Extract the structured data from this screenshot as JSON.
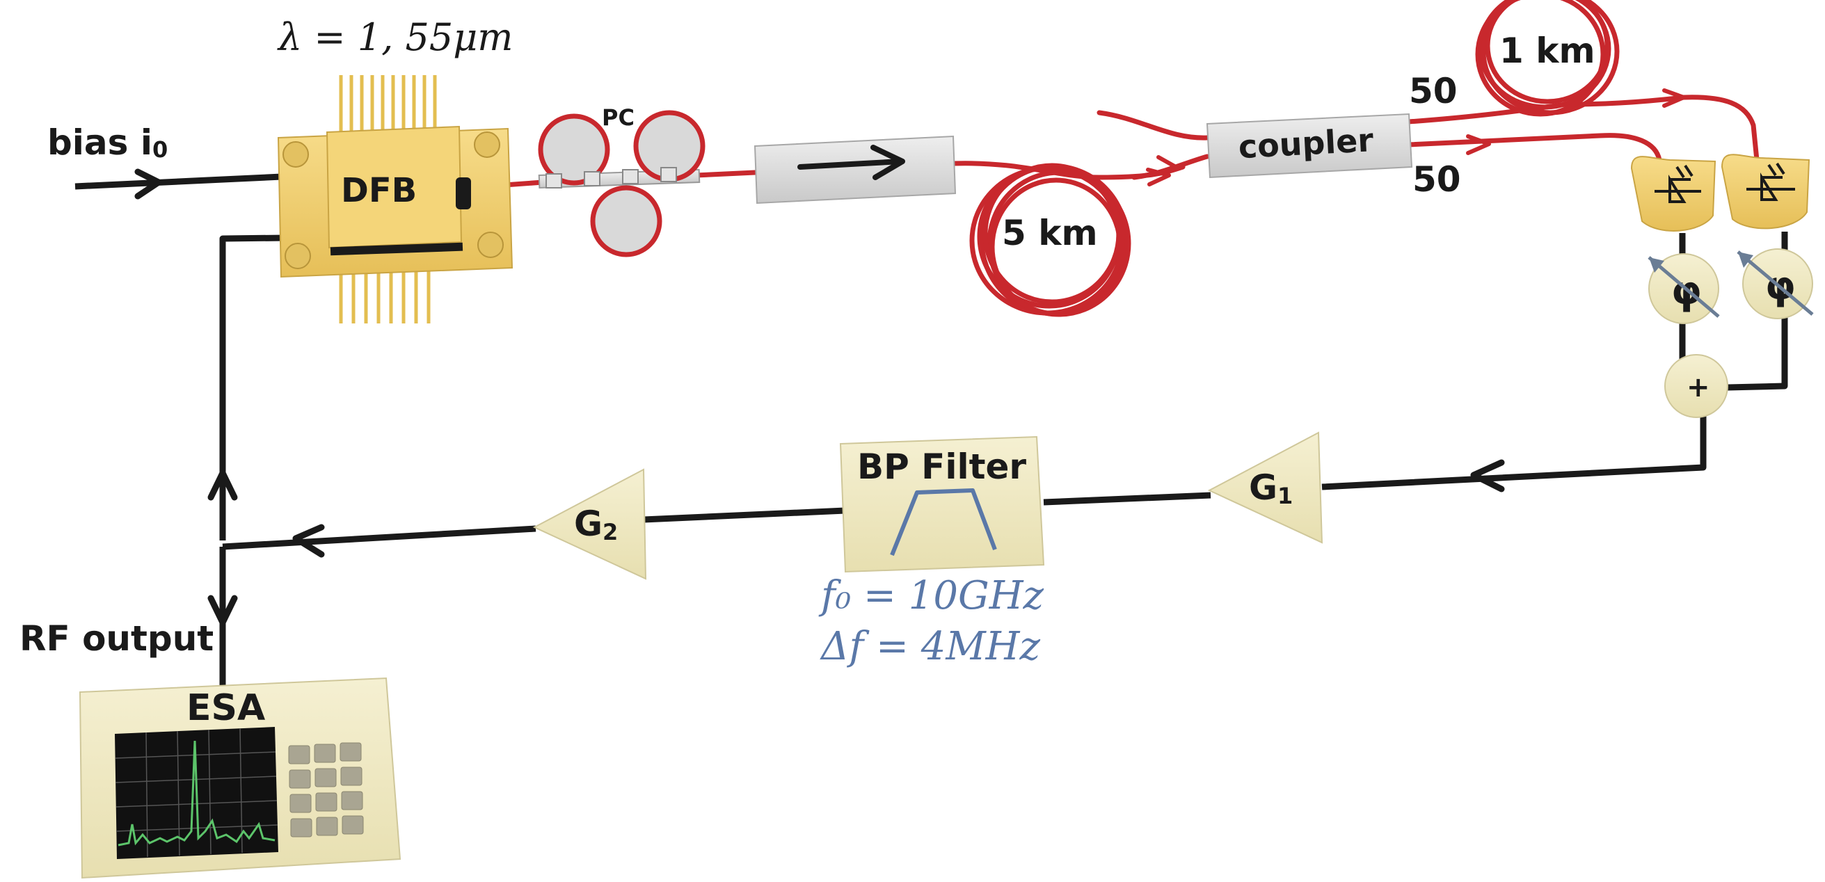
{
  "labels": {
    "wavelength": "λ = 1, 55μm",
    "bias": "bias i",
    "bias_sub": "0",
    "dfb": "DFB",
    "pc": "PC",
    "fiber_5km": "5  km",
    "fiber_1km": "1 km",
    "coupler": "coupler",
    "split_top": "50",
    "split_bottom": "50",
    "phase": "φ",
    "sum": "+",
    "g1": "G",
    "g1_sub": "1",
    "g2": "G",
    "g2_sub": "2",
    "bp_filter": "BP Filter",
    "f0": "f₀ = 10GHz",
    "df": "Δf = 4MHz",
    "rf_output": "RF output",
    "esa": "ESA"
  },
  "colors": {
    "fiber": "#c8282d",
    "wire": "#1a1a1a",
    "gold": "#f0cf6e",
    "cream": "#f1ebc6",
    "filter_text": "#5a78a8",
    "grey": "#d6d6d6",
    "screen": "#111111",
    "spectrum": "#5cc46a"
  },
  "icons": {
    "isolator": "arrow-right-icon",
    "photodiode": "photodiode-icon",
    "phase_shifter": "phase-shifter-icon"
  }
}
